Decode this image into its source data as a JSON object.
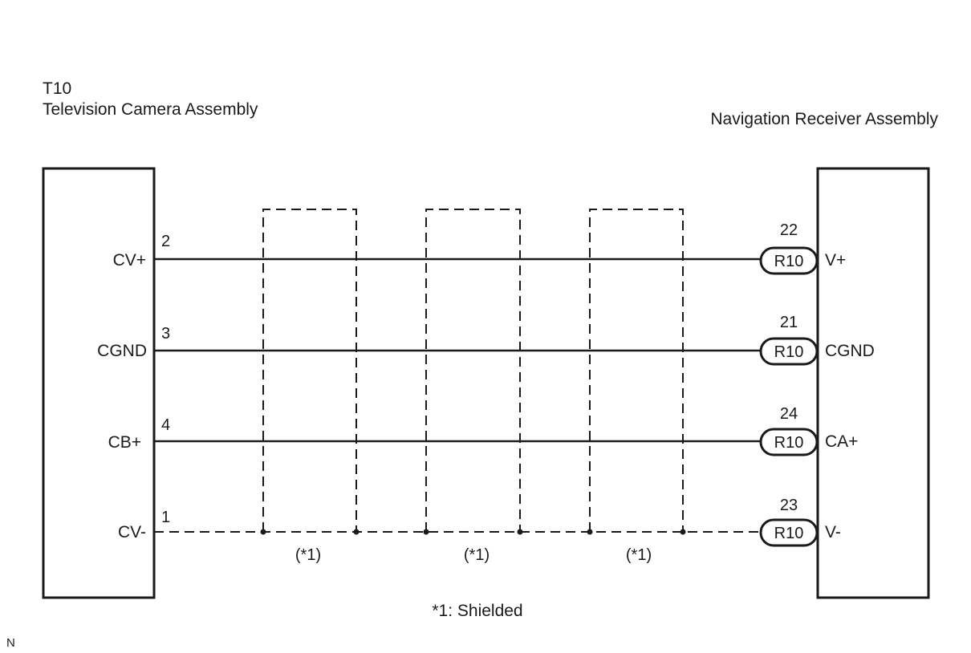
{
  "left_component": {
    "code": "T10",
    "name": "Television Camera Assembly"
  },
  "right_component": {
    "name": "Navigation Receiver Assembly"
  },
  "wires": [
    {
      "left_signal": "CV+",
      "left_pin": "2",
      "connector": "R10",
      "right_pin": "22",
      "right_signal": "V+",
      "shielded": false
    },
    {
      "left_signal": "CGND",
      "left_pin": "3",
      "connector": "R10",
      "right_pin": "21",
      "right_signal": "CGND",
      "shielded": false
    },
    {
      "left_signal": "CB+",
      "left_pin": "4",
      "connector": "R10",
      "right_pin": "24",
      "right_signal": "CA+",
      "shielded": false
    },
    {
      "left_signal": "CV-",
      "left_pin": "1",
      "connector": "R10",
      "right_pin": "23",
      "right_signal": "V-",
      "shielded": true
    }
  ],
  "shield_marks": [
    "(*1)",
    "(*1)",
    "(*1)"
  ],
  "footnote": "*1: Shielded",
  "corner_mark": "N"
}
